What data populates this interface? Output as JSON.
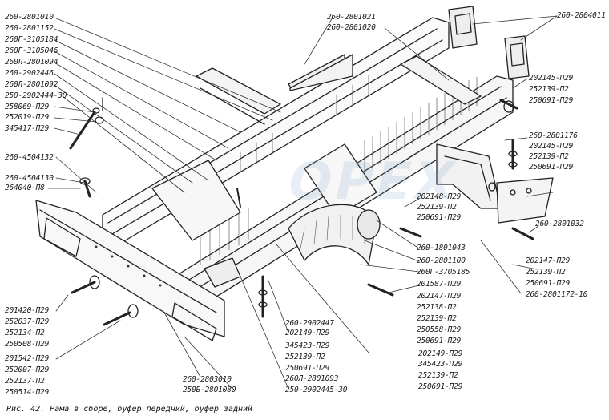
{
  "figure": {
    "caption": "Рис. 42. Рама в сборе, буфер передний, буфер задний",
    "watermark": "OPEX"
  },
  "callouts": [
    {
      "id": "c1",
      "text": "260-2801010"
    },
    {
      "id": "c2",
      "text": "260-2801152"
    },
    {
      "id": "c3",
      "text": "260Г-3105184"
    },
    {
      "id": "c4",
      "text": "260Г-3105046"
    },
    {
      "id": "c5",
      "text": "260Л-2801094"
    },
    {
      "id": "c6",
      "text": "260-2902446"
    },
    {
      "id": "c7",
      "text": "260Л-2801092"
    },
    {
      "id": "c8",
      "text": "250-2902444-30"
    },
    {
      "id": "c9",
      "text": "258069-П29"
    },
    {
      "id": "c10",
      "text": "252019-П29"
    },
    {
      "id": "c11",
      "text": "345417-П29"
    },
    {
      "id": "c12",
      "text": "260-4504132"
    },
    {
      "id": "c13",
      "text": "260-4504130"
    },
    {
      "id": "c14",
      "text": "264040-П8"
    },
    {
      "id": "c15",
      "text": "201420-П29"
    },
    {
      "id": "c16",
      "text": "252037-П29"
    },
    {
      "id": "c17",
      "text": "252134-П2"
    },
    {
      "id": "c18",
      "text": "250508-П29"
    },
    {
      "id": "c19",
      "text": "201542-П29"
    },
    {
      "id": "c20",
      "text": "252007-П29"
    },
    {
      "id": "c21",
      "text": "252137-П2"
    },
    {
      "id": "c22",
      "text": "250514-П29"
    },
    {
      "id": "c23",
      "text": "260-2801021"
    },
    {
      "id": "c24",
      "text": "260-2801020"
    },
    {
      "id": "c25",
      "text": "260-2804011"
    },
    {
      "id": "c26",
      "text": "202145-П29"
    },
    {
      "id": "c27",
      "text": "252139-П2"
    },
    {
      "id": "c28",
      "text": "250691-П29"
    },
    {
      "id": "c29",
      "text": "260-2801176"
    },
    {
      "id": "c30",
      "text": "202145-П29"
    },
    {
      "id": "c31",
      "text": "252139-П2"
    },
    {
      "id": "c32",
      "text": "250691-П29"
    },
    {
      "id": "c33",
      "text": "202148-П29"
    },
    {
      "id": "c34",
      "text": "252139-П2"
    },
    {
      "id": "c35",
      "text": "250691-П29"
    },
    {
      "id": "c36",
      "text": "260-2801032"
    },
    {
      "id": "c37",
      "text": "260-1801043"
    },
    {
      "id": "c38",
      "text": "260-2801100"
    },
    {
      "id": "c39",
      "text": "260Г-3705185"
    },
    {
      "id": "c40",
      "text": "201587-П29"
    },
    {
      "id": "c41",
      "text": "202147-П29"
    },
    {
      "id": "c42",
      "text": "252138-П2"
    },
    {
      "id": "c43",
      "text": "252139-П2"
    },
    {
      "id": "c44",
      "text": "250558-П29"
    },
    {
      "id": "c45",
      "text": "250691-П29"
    },
    {
      "id": "c46",
      "text": "202147-П29"
    },
    {
      "id": "c47",
      "text": "252139-П2"
    },
    {
      "id": "c48",
      "text": "250691-П29"
    },
    {
      "id": "c49",
      "text": "260-2801172-10"
    },
    {
      "id": "c50",
      "text": "260-2902447"
    },
    {
      "id": "c51",
      "text": "202149-П29"
    },
    {
      "id": "c52",
      "text": "345423-П29"
    },
    {
      "id": "c53",
      "text": "252139-П2"
    },
    {
      "id": "c54",
      "text": "250691-П29"
    },
    {
      "id": "c55",
      "text": "260Л-2801093"
    },
    {
      "id": "c56",
      "text": "250-2902445-30"
    },
    {
      "id": "c57",
      "text": "260-2803010"
    },
    {
      "id": "c58",
      "text": "250Б-2801080"
    },
    {
      "id": "c59",
      "text": "202149-П29"
    },
    {
      "id": "c60",
      "text": "345423-П29"
    },
    {
      "id": "c61",
      "text": "252139-П2"
    },
    {
      "id": "c62",
      "text": "250691-П29"
    }
  ]
}
